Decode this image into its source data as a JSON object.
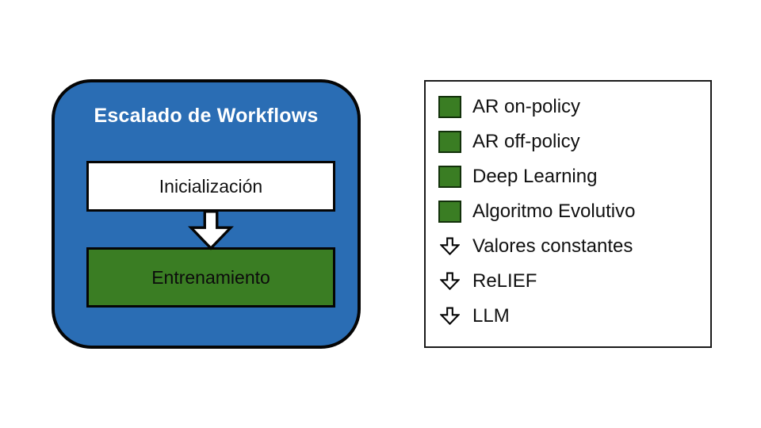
{
  "diagram": {
    "title": "Escalado de Workflows",
    "nodes": [
      {
        "label": "Inicialización",
        "type": "init-step"
      },
      {
        "label": "Entrenamiento",
        "type": "training-step"
      }
    ],
    "connector": "down-block-arrow"
  },
  "legend": {
    "items": [
      {
        "icon": "green-square",
        "label": "AR on-policy"
      },
      {
        "icon": "green-square",
        "label": "AR off-policy"
      },
      {
        "icon": "green-square",
        "label": "Deep Learning"
      },
      {
        "icon": "green-square",
        "label": "Algoritmo Evolutivo"
      },
      {
        "icon": "down-arrow",
        "label": "Valores constantes"
      },
      {
        "icon": "down-arrow",
        "label": "ReLIEF"
      },
      {
        "icon": "down-arrow",
        "label": "LLM"
      }
    ]
  },
  "colors": {
    "panel_blue": "#2a6db4",
    "accent_green": "#3a7d23",
    "outline": "#050505",
    "background": "#ffffff"
  }
}
